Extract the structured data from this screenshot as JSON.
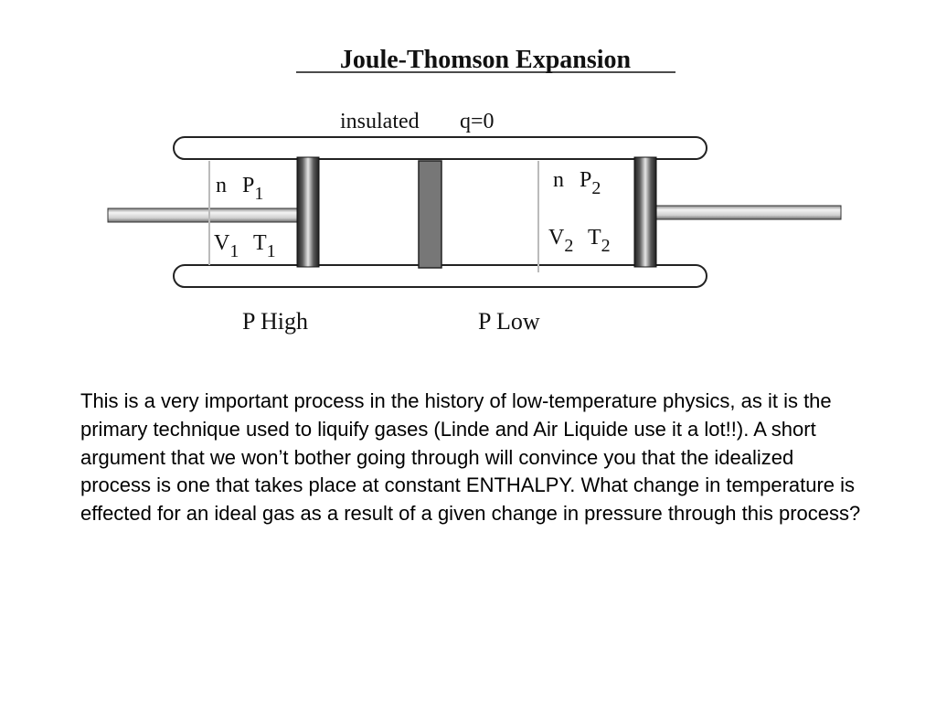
{
  "diagram": {
    "title": "Joule-Thomson Expansion",
    "insulation_label": "insulated",
    "heat_label": "q=0",
    "left_chamber": {
      "n": "n",
      "pressure": "P",
      "pressure_sub": "1",
      "volume": "V",
      "volume_sub": "1",
      "temperature": "T",
      "temperature_sub": "1",
      "pressure_caption": "P High"
    },
    "right_chamber": {
      "n": "n",
      "pressure": "P",
      "pressure_sub": "2",
      "volume": "V",
      "volume_sub": "2",
      "temperature": "T",
      "temperature_sub": "2",
      "pressure_caption": "P Low"
    }
  },
  "body": {
    "text": "This is a very important process in the history of low-temperature physics, as it is the primary technique used to liquify gases (Linde and Air Liquide use it a lot!!). A short argument that we won’t bother going through will convince you that the idealized process is one that takes place at constant ENTHALPY. What change in temperature is effected for an ideal gas as a result of a given change in pressure through this process?"
  }
}
